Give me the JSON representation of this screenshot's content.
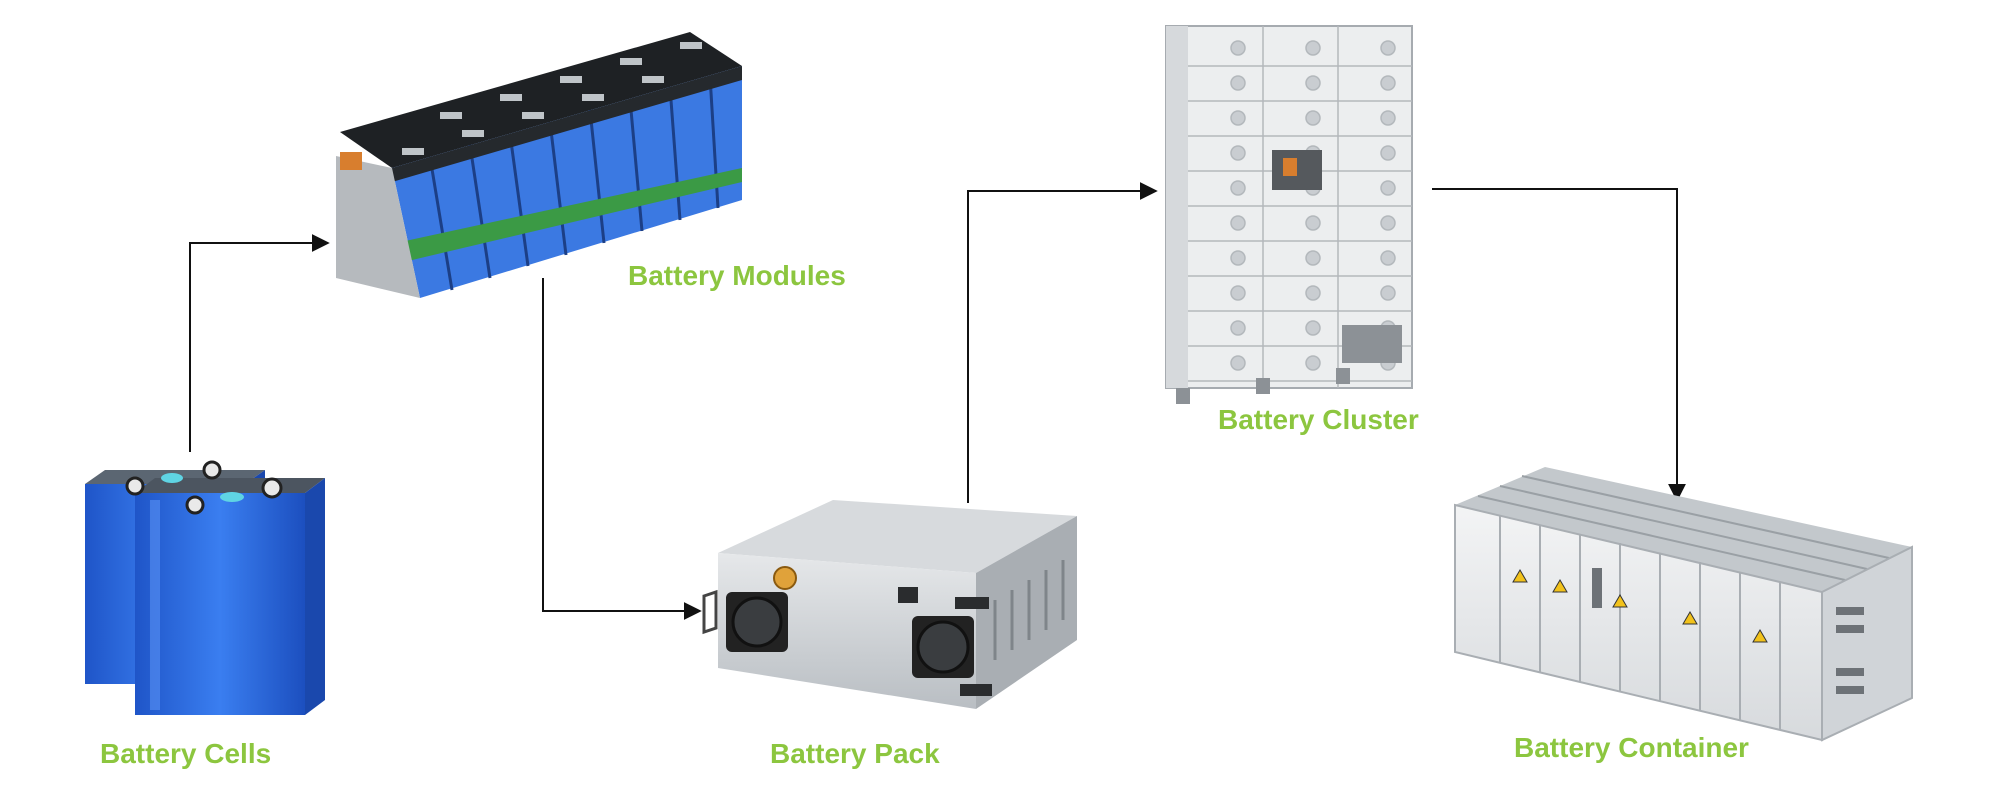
{
  "labels": {
    "cells": "Battery Cells",
    "modules": "Battery Modules",
    "pack": "Battery Pack",
    "cluster": "Battery Cluster",
    "container": "Battery Container"
  },
  "colors": {
    "label_green": "#8cc63f",
    "arrow": "#111111",
    "cell_blue": "#2f6fe0",
    "module_blue": "#3e7be6",
    "module_band": "#3b9a45",
    "metal_gray": "#cfd3d6",
    "cabinet_white": "#eceeef"
  },
  "icons": {
    "cells": "battery-cells-image",
    "modules": "battery-modules-image",
    "pack": "battery-pack-image",
    "cluster": "battery-cluster-image",
    "container": "battery-container-image"
  }
}
